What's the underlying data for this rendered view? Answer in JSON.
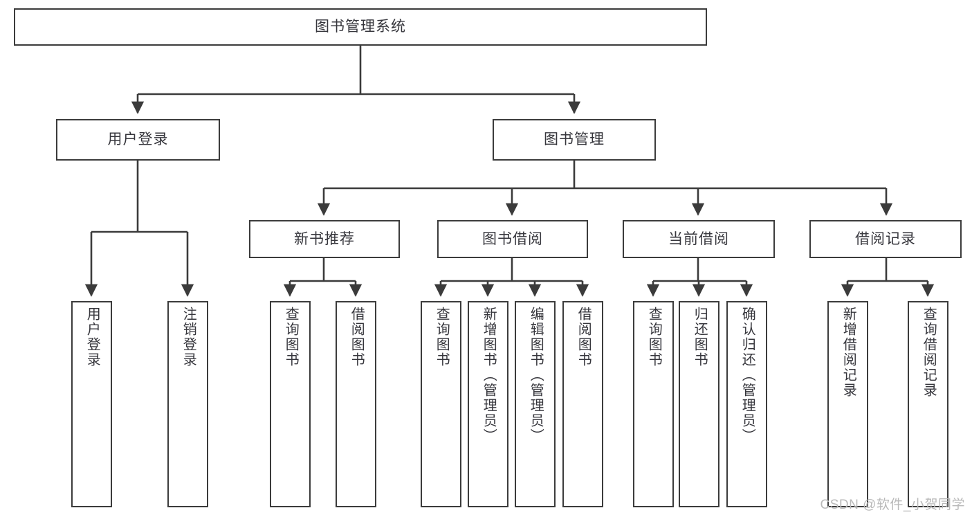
{
  "diagram": {
    "type": "tree",
    "title": "图书管理系统",
    "orientation": "top-down",
    "edge_style": "orthogonal-arrow",
    "colors": {
      "box_border": "#3b3b3b",
      "box_fill": "#ffffff",
      "text": "#36363c",
      "link": "#3b3b3b",
      "watermark": "#b9b9b9",
      "background": "#ffffff"
    }
  },
  "root": {
    "label": "图书管理系统"
  },
  "level1": [
    {
      "label": "用户登录"
    },
    {
      "label": "图书管理"
    }
  ],
  "level2": [
    {
      "label": "新书推荐"
    },
    {
      "label": "图书借阅"
    },
    {
      "label": "当前借阅"
    },
    {
      "label": "借阅记录"
    }
  ],
  "leaves": {
    "user_login": [
      {
        "label": "用户登录"
      },
      {
        "label": "注销登录"
      }
    ],
    "new_book_recommend": [
      {
        "label": "查询图书"
      },
      {
        "label": "借阅图书"
      }
    ],
    "book_borrow": [
      {
        "label": "查询图书"
      },
      {
        "label": "新增图书（管理员）"
      },
      {
        "label": "编辑图书（管理员）"
      },
      {
        "label": "借阅图书"
      }
    ],
    "current_borrow": [
      {
        "label": "查询图书"
      },
      {
        "label": "归还图书"
      },
      {
        "label": "确认归还（管理员）"
      }
    ],
    "borrow_record": [
      {
        "label": "新增借阅记录"
      },
      {
        "label": "查询借阅记录"
      }
    ]
  },
  "watermark": {
    "text": "CSDN @软件_小贺同学"
  }
}
